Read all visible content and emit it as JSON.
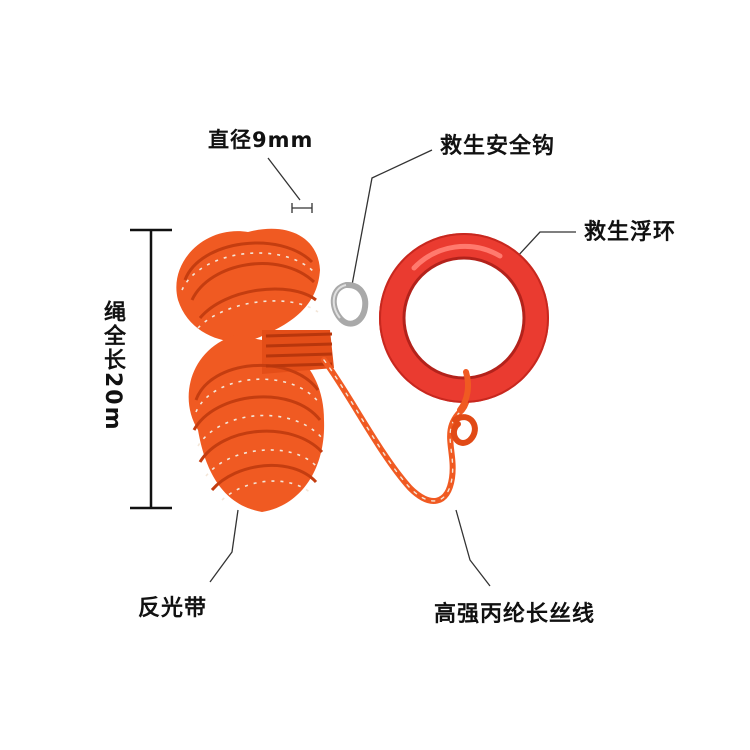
{
  "labels": {
    "diameter": "直径9mm",
    "safety_hook": "救生安全钩",
    "life_ring": "救生浮环",
    "total_length": "绳全长20m",
    "reflective_strip": "反光带",
    "line": "高强丙纶长丝线"
  },
  "colors": {
    "rope": "#f05a22",
    "rope_dark": "#c43d10",
    "reflective": "#f3e6d8",
    "ring": "#ea3b30",
    "ring_dark": "#b3221b",
    "hook": "#b9b9b9",
    "leader_line": "#333333"
  }
}
